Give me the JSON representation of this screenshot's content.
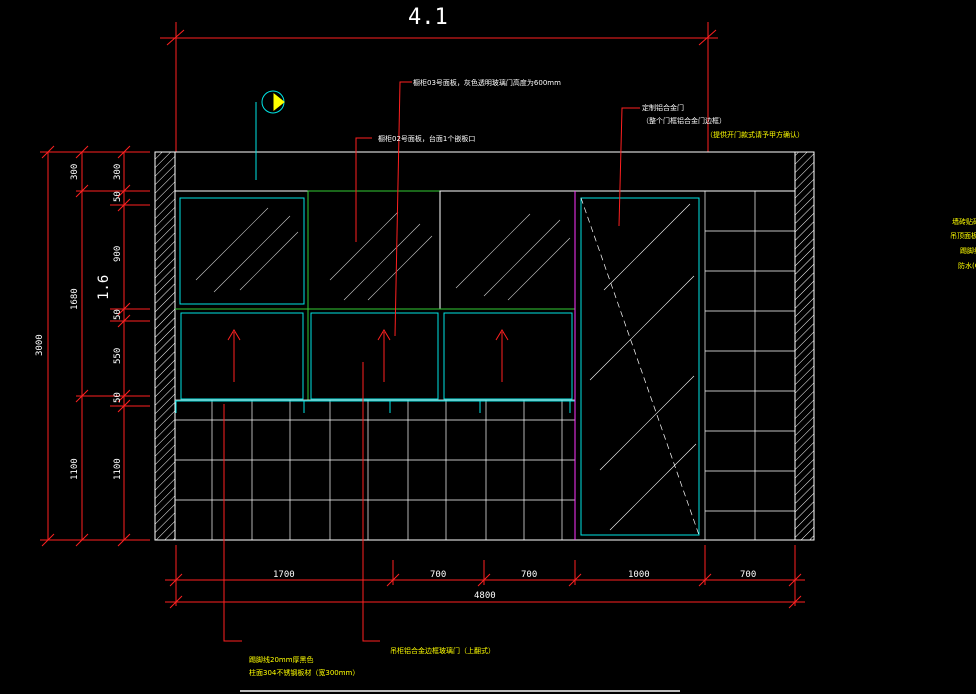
{
  "colors": {
    "background": "#000000",
    "outline": "#ffffff",
    "cabinet": "#00e5e5",
    "green": "#33cc33",
    "dimension": "#ff2020",
    "leader": "#ff2020",
    "yellow_text": "#ffff00",
    "magenta": "#ff33ff"
  },
  "title_number": "4.1",
  "top_dimension_text": "4.1",
  "vertical_dims": {
    "total": "3000",
    "upper": "1680",
    "base": "1100",
    "seg_300": "300",
    "seg_300b": "300",
    "seg_50a": "50",
    "seg_900": "900",
    "seg_50b": "50",
    "seg_550": "550",
    "seg_50c": "50",
    "seg_1100": "1100",
    "mid_label": "1.6"
  },
  "horizontal_dims": {
    "d1700": "1700",
    "d700a": "700",
    "d700b": "700",
    "d1000": "1000",
    "d700c": "700",
    "total": "4800"
  },
  "notes": {
    "note_top1": "橱柜03号面板，灰色透明玻璃门高度为600mm",
    "note_top2": "橱柜02号面板，台面1个嵌板口",
    "note_door1": "定制铝合金门",
    "note_door2": "（整个门框铝合金门边框）",
    "note_door3": "（提供开门款式请予甲方确认）",
    "note_bottom1": "踢脚线20mm厚黑色",
    "note_bottom2": "柱面304不锈钢板材（宽300mm）",
    "note_bottom3": "吊柜铝合金边框玻璃门（上翻式）",
    "note_right1": "墙砖贴砖",
    "note_right2": "吊顶面板材",
    "note_right3": "踢脚线",
    "note_right4": "防水(C"
  }
}
